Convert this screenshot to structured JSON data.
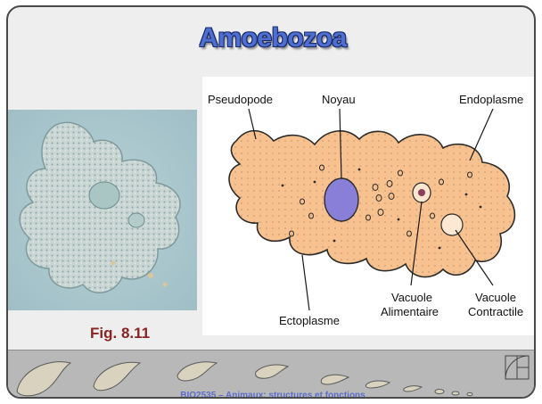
{
  "slide": {
    "title": "Amoebozoa",
    "figure_caption": "Fig. 8.11",
    "footer": "BIO2535 – Animaux: structures et fonctions"
  },
  "diagram": {
    "labels": {
      "pseudopode": "Pseudopode",
      "noyau": "Noyau",
      "endoplasme": "Endoplasme",
      "ectoplasme": "Ectoplasme",
      "vacuole_alimentaire_1": "Vacuole",
      "vacuole_alimentaire_2": "Alimentaire",
      "vacuole_contractile_1": "Vacuole",
      "vacuole_contractile_2": "Contractile"
    }
  },
  "colors": {
    "title": "#4f6fd0",
    "caption": "#8a2424",
    "cell_fill": "#f7c28f",
    "nucleus": "#8a7fd8",
    "footer_text": "#5b6dc9"
  }
}
